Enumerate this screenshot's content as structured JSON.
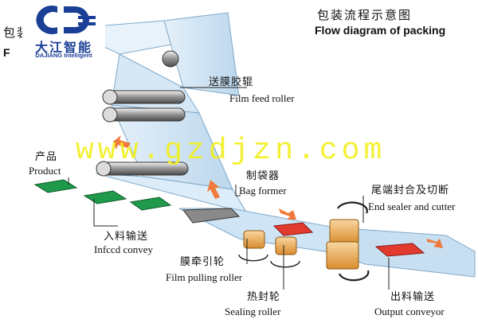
{
  "logo": {
    "name": "大江智能",
    "sub": "DAJIANG Intelligent",
    "mark": "DJ"
  },
  "title": {
    "cn": "包装流程示意图",
    "en": "Flow diagram of packing"
  },
  "clipped_title": {
    "cn": "包装",
    "en": "F"
  },
  "watermark": "www.gzdjzn.com",
  "labels": {
    "film_feed_roller": {
      "cn": "送膜胶辊",
      "en": "Film feed roller"
    },
    "product": {
      "cn": "产品",
      "en": "Product"
    },
    "bag_former": {
      "cn": "制袋器",
      "en": "Bag former"
    },
    "end_sealer": {
      "cn": "尾端封合及切断",
      "en": "End sealer and cutter"
    },
    "infeed": {
      "cn": "入料输送",
      "en": "Infccd convey"
    },
    "film_pulling": {
      "cn": "膜牵引轮",
      "en": "Film pulling roller"
    },
    "sealing_roller": {
      "cn": "热封轮",
      "en": "Sealing roller"
    },
    "output": {
      "cn": "出料输送",
      "en": "Output conveyor"
    }
  },
  "colors": {
    "film": "#cfe4f4",
    "film_edge": "#7fa9c8",
    "product": "#1f9a4a",
    "seal_red": "#e23a2f",
    "roller_gold": "#e9a64b",
    "arrow_orange": "#f07a3b",
    "watermark": "#f2ef1e",
    "logo_blue": "#1a3f96"
  }
}
